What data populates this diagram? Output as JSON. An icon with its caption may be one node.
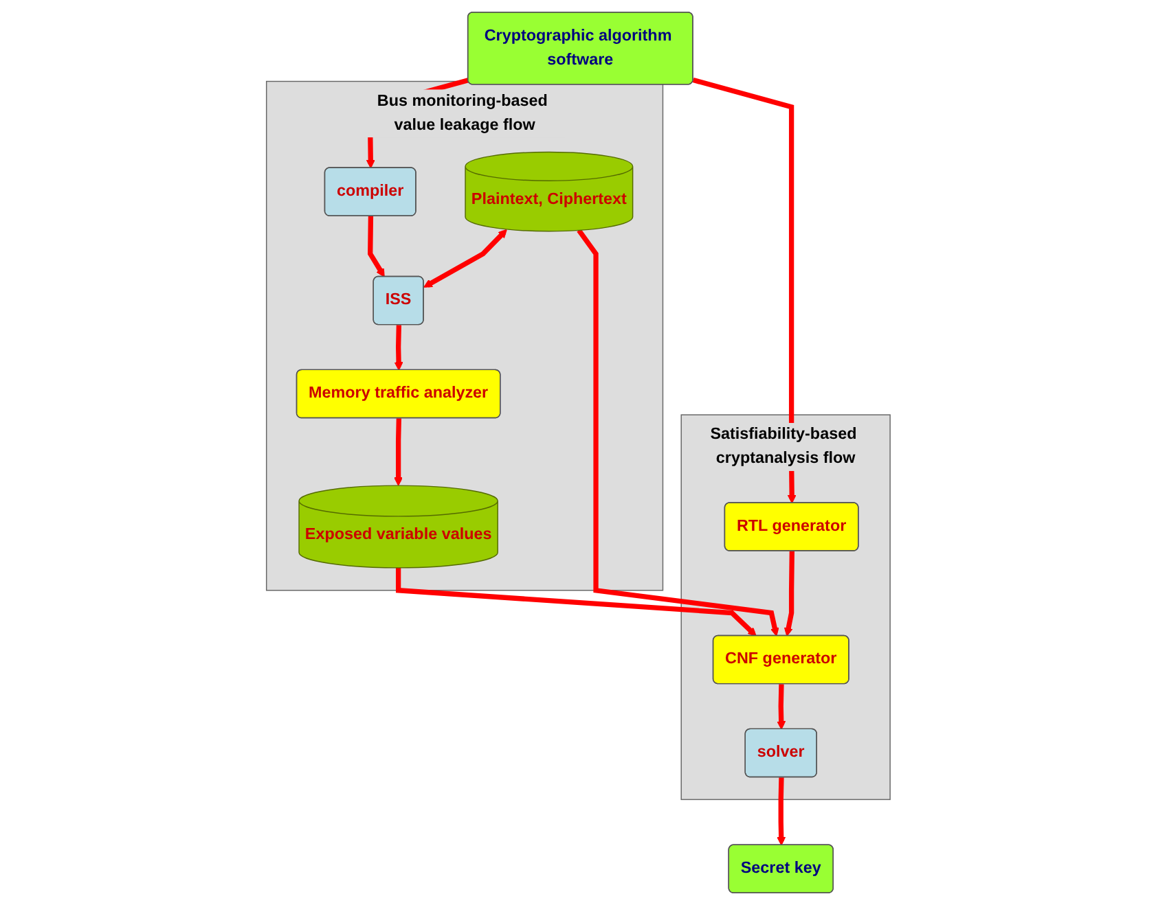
{
  "diagram": {
    "nodes": [
      {
        "text": [
          "Cryptographic algorithm software"
        ]
      },
      {
        "text": [
          "Satisfiability-based cryptanalysis flow"
        ]
      },
      {
        "text": [
          "RTL generator"
        ],
        "in": 1
      },
      {
        "text": [
          "CNF generator"
        ],
        "in": 1
      },
      {
        "text": [
          "solver"
        ],
        "in": 1
      },
      {
        "text": [
          "Bus monitoring-based value leakage flow"
        ]
      },
      {
        "text": [
          "compiler"
        ],
        "in": 5
      },
      {
        "text": [
          "Plaintext, Ciphertext"
        ],
        "in": 5
      },
      {
        "text": [
          "ISS"
        ],
        "in": 5
      },
      {
        "text": [
          "Exposed variable values"
        ],
        "in": 5
      },
      {
        "text": [
          "Memory traffic analyzer"
        ],
        "in": 5
      },
      {
        "text": [
          "Secret key"
        ]
      }
    ],
    "edges": [
      {
        "from": 0,
        "to": 2,
        "arrow": "to"
      },
      {
        "from": 0,
        "to": 6,
        "arrow": "to"
      },
      {
        "from": 2,
        "to": 3,
        "arrow": "to"
      },
      {
        "from": 3,
        "to": 4,
        "arrow": "to"
      },
      {
        "from": 4,
        "to": 11,
        "arrow": "to"
      },
      {
        "from": 6,
        "to": 8,
        "arrow": "to"
      },
      {
        "from": 7,
        "to": 3,
        "arrow": "to"
      },
      {
        "from": 7,
        "to": 8,
        "arrow": "both"
      },
      {
        "from": 8,
        "to": 10,
        "arrow": "to"
      },
      {
        "from": 10,
        "to": 9,
        "arrow": "to"
      },
      {
        "from": 9,
        "to": 3,
        "arrow": "to"
      }
    ]
  }
}
